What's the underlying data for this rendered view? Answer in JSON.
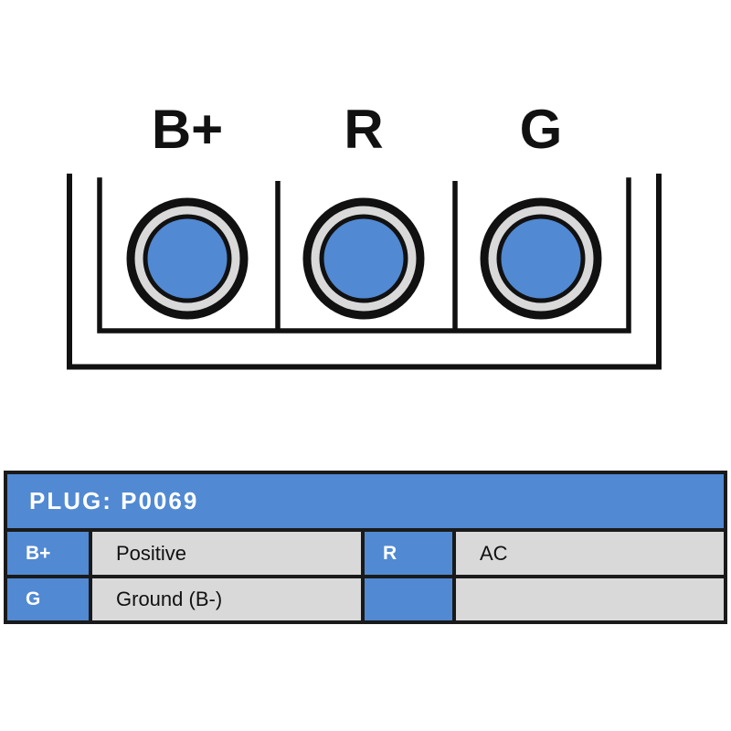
{
  "diagram": {
    "terminals": [
      {
        "label": "B+"
      },
      {
        "label": "R"
      },
      {
        "label": "G"
      }
    ]
  },
  "table": {
    "title": "PLUG: P0069",
    "rows": [
      [
        {
          "pin": "B+",
          "desc": "Positive"
        },
        {
          "pin": "R",
          "desc": "AC"
        }
      ],
      [
        {
          "pin": "G",
          "desc": "Ground (B-)"
        },
        {
          "pin": "",
          "desc": ""
        }
      ]
    ]
  },
  "colors": {
    "accent_blue": "#5189d3",
    "cell_gray": "#d9d9d9",
    "terminal_ring_gray": "#d9d9d9",
    "terminal_pin_blue": "#5189d3",
    "line_black": "#111111",
    "table_border": "#1a1a1a"
  }
}
